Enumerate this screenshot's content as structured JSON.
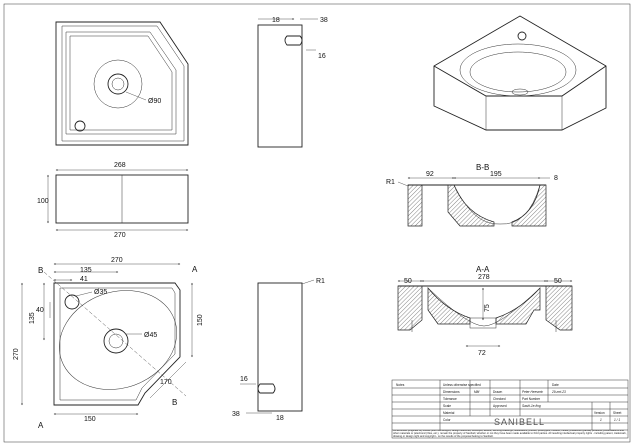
{
  "top_view": {
    "dia_hole": "Ø90"
  },
  "front_view": {
    "width_top": "268",
    "width_bottom": "270",
    "height": "100"
  },
  "plan_view": {
    "width_top": "270",
    "width_inner": "135",
    "offset": "41",
    "tap_hole": "Ø35",
    "drain": "Ø45",
    "depth_left": "135",
    "side_small": "40",
    "depth_total": "270",
    "depth_right": "150",
    "bottom_width": "150",
    "diag": "170",
    "section_a": "A",
    "section_b": "B"
  },
  "side_view_top": {
    "w1": "18",
    "w2": "38",
    "h": "16"
  },
  "side_view_bottom": {
    "radius": "R1",
    "h": "16",
    "w1": "38",
    "w2": "18"
  },
  "section_bb": {
    "title": "B-B",
    "radius": "R1",
    "left": "92",
    "middle": "195",
    "right": "8"
  },
  "section_aa": {
    "title": "A-A",
    "left": "50",
    "middle": "278",
    "right": "50",
    "drain_h": "75",
    "drain_w": "72"
  },
  "title_block": {
    "notes_label": "Notes",
    "unless": "Unless otherwise specified",
    "dimensions_label": "Dimensions",
    "dimensions_val": "MM",
    "drawn_label": "Drawn",
    "drawn_val": "Peter Heeseric",
    "tolerance_label": "Tolerance",
    "checked_label": "Checked",
    "scale_label": "Scale",
    "approved_label": "Approved",
    "material_label": "Material",
    "color_label": "Color",
    "date_label": "Date",
    "date_val": "29-mrt-23",
    "part_number_label": "Part Number",
    "part_number_val": "Sashi-1e.fing",
    "version_label": "Version",
    "version_val": "1",
    "sheet_label": "Sheet",
    "sheet_val": "1 / 1",
    "logo": "SANIBELL",
    "disclaimer": "All achieved (originals of) results (such as designs, design sketches, concepts, advice, working drawings, illustrations, photos, prototypes, models, molds, production (partial) products, presentations and other materials or (electronic) files, etc.), remain the property of Sanibell, whether or not they have been made available to third parties. All resulting intellectual property rights - including patent, trademark, drawing or design right and copyright - on the results of the proposal belong to Sanibell."
  }
}
